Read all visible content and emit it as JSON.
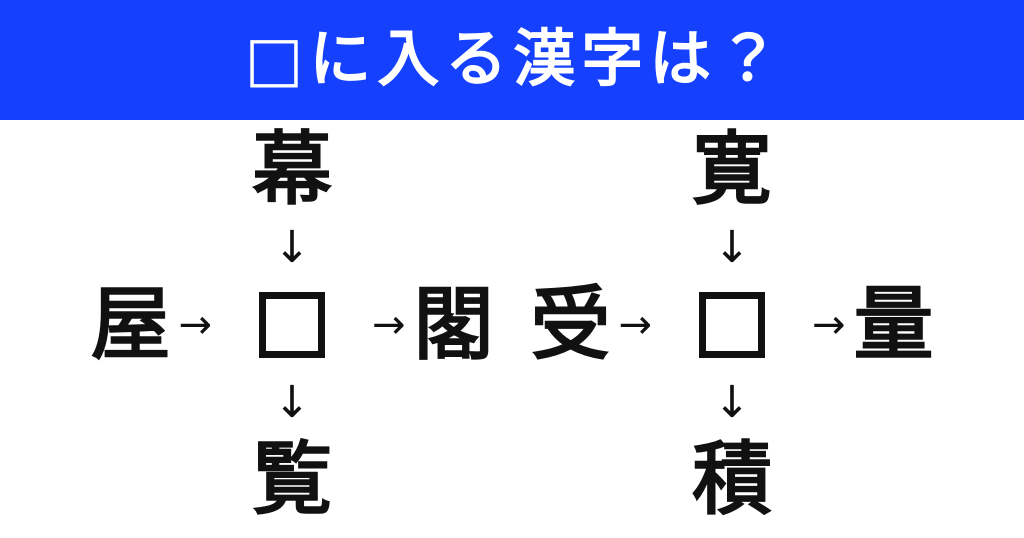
{
  "header": {
    "title": "□に入る漢字は？",
    "background_color": "#1440fe",
    "text_color": "#ffffff"
  },
  "ink_color": "#111111",
  "page_background": "#ffffff",
  "icons": {
    "arrow_down": "↓",
    "arrow_right": "→"
  },
  "puzzles": [
    {
      "id": "puzzle-left",
      "top": "幕",
      "left": "屋",
      "center": "",
      "right": "閣",
      "bottom": "覧"
    },
    {
      "id": "puzzle-right",
      "top": "寛",
      "left": "受",
      "center": "",
      "right": "量",
      "bottom": "積"
    }
  ]
}
